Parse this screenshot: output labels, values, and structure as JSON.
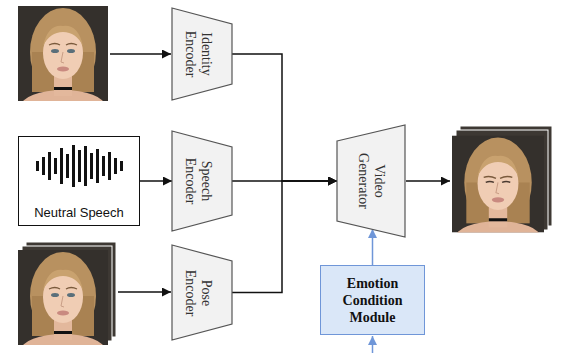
{
  "diagram": {
    "nodes": [
      {
        "text": [
          "Identity Encoder"
        ]
      },
      {
        "text": [
          "Neutral Speech"
        ]
      },
      {
        "text": [
          "Speech Encoder"
        ]
      },
      {
        "text": [
          "Pose Encoder"
        ]
      },
      {
        "text": [
          "Video Generator"
        ]
      },
      {
        "text": [
          "Emotion Condition Module"
        ]
      }
    ],
    "edges": [
      {
        "from": 1,
        "to": 2,
        "arrow": "to"
      },
      {
        "from": 0,
        "to": 4,
        "arrow": "to"
      },
      {
        "from": 2,
        "to": 4,
        "arrow": "to"
      },
      {
        "from": 3,
        "to": 4,
        "arrow": "to"
      },
      {
        "from": 5,
        "to": 4,
        "arrow": "to"
      }
    ]
  }
}
